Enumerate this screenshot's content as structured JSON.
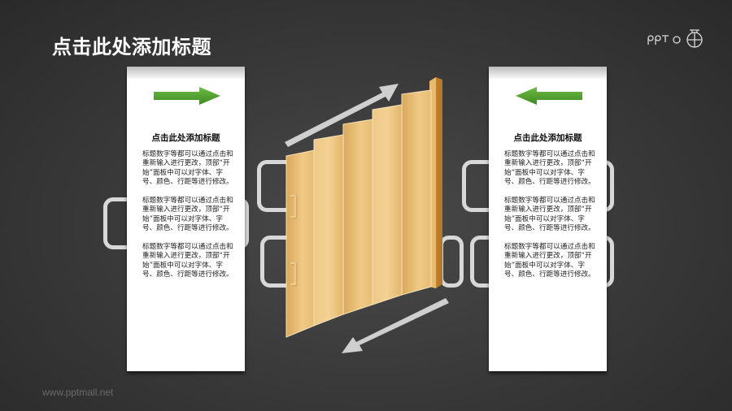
{
  "slide": {
    "title": "点击此处添加标题",
    "footer": "www.pptmall.net",
    "logo": {
      "text": "PPTO",
      "icon": "pptmall-logo-icon"
    }
  },
  "colors": {
    "background": "#3b3b3b",
    "panel": "#ffffff",
    "arrow_green": "#5aa832",
    "frame": "#d8d8d8",
    "fold_gold": "#e8bf74",
    "flow_arrow": "#cfcfcf"
  },
  "left_panel": {
    "arrow_direction": "right",
    "arrow_icon": "arrow-right-icon",
    "heading": "点击此处添加标题",
    "paragraphs": [
      "标题数字等都可以通过点击和重新输入进行更改，顶部“开始”面板中可以对字体、字号、颜色、行距等进行修改。",
      "标题数字等都可以通过点击和重新输入进行更改，顶部“开始”面板中可以对字体、字号、颜色、行距等进行修改。",
      "标题数字等都可以通过点击和重新输入进行更改，顶部“开始”面板中可以对字体、字号、颜色、行距等进行修改。"
    ]
  },
  "right_panel": {
    "arrow_direction": "left",
    "arrow_icon": "arrow-left-icon",
    "heading": "点击此处添加标题",
    "paragraphs": [
      "标题数字等都可以通过点击和重新输入进行更改，顶部“开始”面板中可以对字体、字号、颜色、行距等进行修改。",
      "标题数字等都可以通过点击和重新输入进行更改，顶部“开始”面板中可以对字体、字号、颜色、行距等进行修改。",
      "标题数字等都可以通过点击和重新输入进行更改，顶部“开始”面板中可以对字体、字号、颜色、行距等进行修改。"
    ]
  },
  "center_graphic": {
    "description": "folding accordion door with 5 pleats and 2 handles",
    "pleats": 5,
    "handles": 2,
    "top_arrow": "arrow-up-right-icon",
    "bottom_arrow": "arrow-down-left-icon"
  }
}
